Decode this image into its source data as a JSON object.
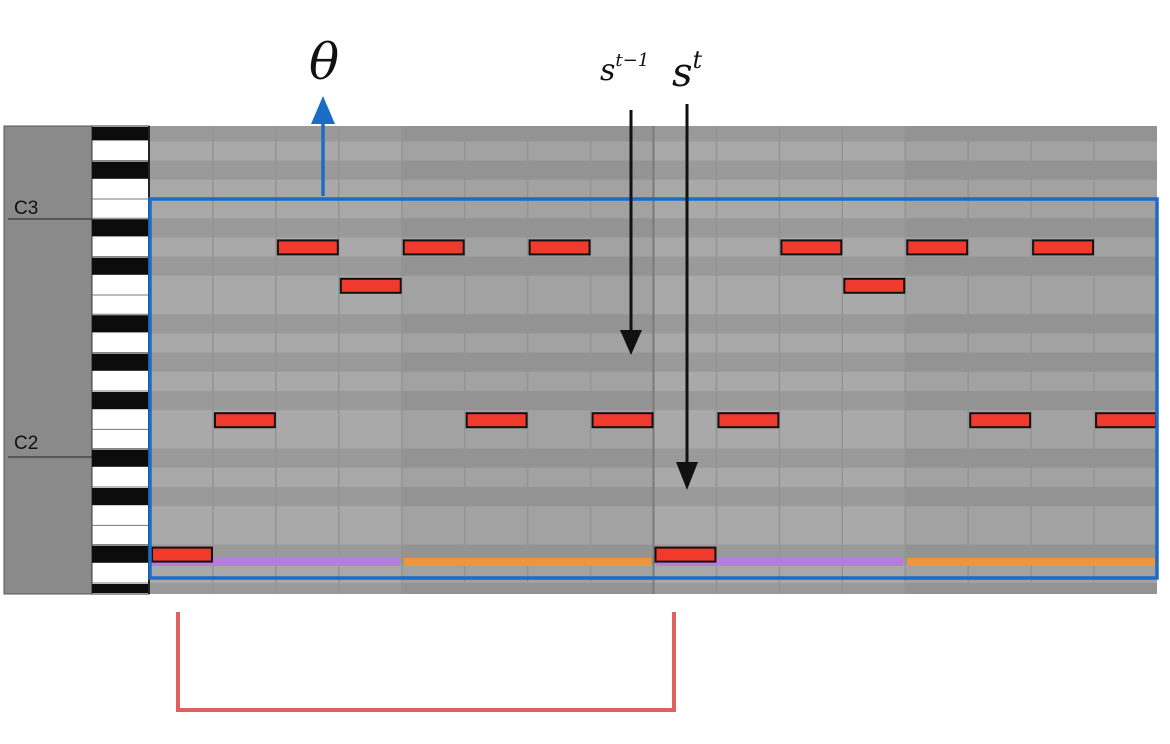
{
  "piano_roll": {
    "octave_labels": [
      "C3",
      "C2"
    ],
    "beats": 16,
    "time_steps": 32,
    "row_count": 23
  },
  "notes": [
    {
      "row": 2,
      "start": 4,
      "length": 2
    },
    {
      "row": 2,
      "start": 8,
      "length": 2
    },
    {
      "row": 2,
      "start": 12,
      "length": 2
    },
    {
      "row": 2,
      "start": 20,
      "length": 2
    },
    {
      "row": 2,
      "start": 24,
      "length": 2
    },
    {
      "row": 2,
      "start": 28,
      "length": 2
    },
    {
      "row": 4,
      "start": 6,
      "length": 2
    },
    {
      "row": 4,
      "start": 22,
      "length": 2
    },
    {
      "row": 11,
      "start": 2,
      "length": 2
    },
    {
      "row": 11,
      "start": 10,
      "length": 2
    },
    {
      "row": 11,
      "start": 14,
      "length": 2
    },
    {
      "row": 11,
      "start": 18,
      "length": 2
    },
    {
      "row": 11,
      "start": 26,
      "length": 2
    },
    {
      "row": 11,
      "start": 30,
      "length": 2
    },
    {
      "row": 18,
      "start": 0,
      "length": 2
    },
    {
      "row": 18,
      "start": 16,
      "length": 2
    }
  ],
  "segments": [
    {
      "start": 0,
      "end": 8,
      "color": "#b57de0"
    },
    {
      "start": 8,
      "end": 16,
      "color": "#f0963a"
    },
    {
      "start": 16,
      "end": 24,
      "color": "#b57de0"
    },
    {
      "start": 24,
      "end": 32,
      "color": "#f0963a"
    }
  ],
  "annotations": {
    "theta": "θ",
    "s_prev_base": "s",
    "s_prev_sup": "t−1",
    "s_cur_base": "s",
    "s_cur_sup": "t"
  },
  "colors": {
    "note_fill": "#f03a2e",
    "note_stroke": "#111111",
    "context_box": "#1a6cc7",
    "theta_arrow": "#1a6cc7",
    "window_bracket": "#e06060"
  }
}
